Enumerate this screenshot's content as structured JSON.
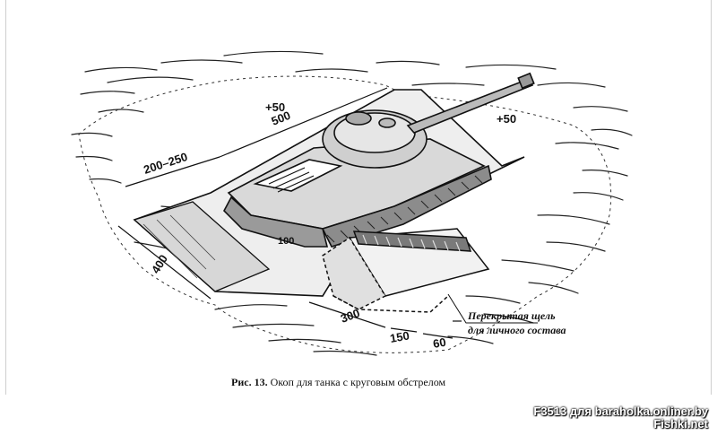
{
  "figure": {
    "caption_number": "Рис. 13.",
    "caption_text": "Окоп для танка с круговым обстрелом",
    "dimensions": {
      "width_top": "200–250",
      "length": "500",
      "plus_left": "+50",
      "plus_right": "+50",
      "depth_side": "400",
      "mark_100": "100",
      "slot_length": "300",
      "slot_depth": "150",
      "slot_width": "60"
    },
    "annotation_line1": "Перекрытая щель",
    "annotation_line2": "для личного состава"
  },
  "watermark": {
    "line1": "F3513 для baraholka.onliner.by",
    "line2": "Fishki.net"
  },
  "colors": {
    "ink": "#111111",
    "paper": "#ffffff"
  }
}
